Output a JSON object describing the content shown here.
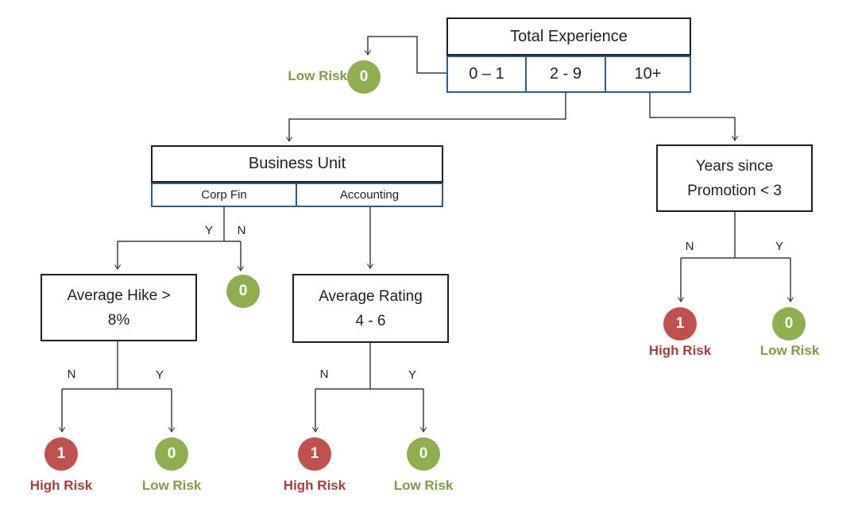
{
  "palette": {
    "low_risk_circle": "#8fae4e",
    "low_risk_text": "#7d9c44",
    "high_risk_circle": "#c0504d",
    "high_risk_text": "#a23e3b",
    "cell_border": "#2e5c85",
    "box_border": "#1f1f1f",
    "connector": "#3d3d3d"
  },
  "nodes": {
    "total_experience": {
      "title": "Total Experience",
      "options": [
        "0 – 1",
        "2 - 9",
        "10+"
      ]
    },
    "business_unit": {
      "title": "Business Unit",
      "options": [
        "Corp Fin",
        "Accounting"
      ]
    },
    "years_since_promotion": {
      "line1": "Years since",
      "line2": "Promotion < 3"
    },
    "average_hike": {
      "line1": "Average Hike >",
      "line2": "8%"
    },
    "average_rating": {
      "line1": "Average Rating",
      "line2": "4 - 6"
    }
  },
  "leaves": {
    "root_low": {
      "value": "0",
      "label": "Low Risk"
    },
    "business_unit_no": {
      "value": "0"
    },
    "hike_no": {
      "value": "1",
      "label": "High Risk"
    },
    "hike_yes": {
      "value": "0",
      "label": "Low Risk"
    },
    "rating_no": {
      "value": "1",
      "label": "High Risk"
    },
    "rating_yes": {
      "value": "0",
      "label": "Low Risk"
    },
    "years_no": {
      "value": "1",
      "label": "High Risk"
    },
    "years_yes": {
      "value": "0",
      "label": "Low Risk"
    }
  },
  "edge_labels": {
    "yes": "Y",
    "no": "N"
  }
}
